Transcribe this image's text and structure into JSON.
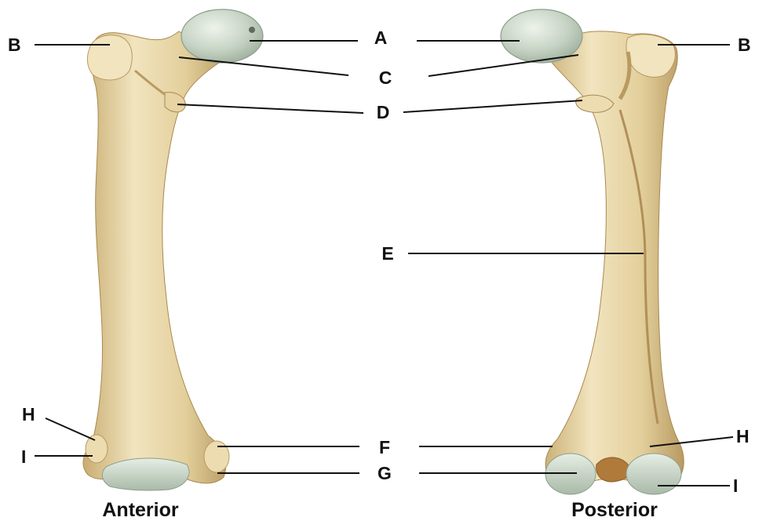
{
  "diagram": {
    "labels": {
      "A": "A",
      "B": "B",
      "C": "C",
      "D": "D",
      "E": "E",
      "F": "F",
      "G": "G",
      "H": "H",
      "I": "I"
    },
    "views": {
      "anterior": "Anterior",
      "posterior": "Posterior"
    }
  },
  "colors": {
    "bone": "#e3cf9b",
    "bone_light": "#f1e4bf",
    "bone_shadow": "#b89a62",
    "cartilage": "#b9c8b8",
    "cartilage_light": "#dde7dc",
    "line": "#111111"
  }
}
